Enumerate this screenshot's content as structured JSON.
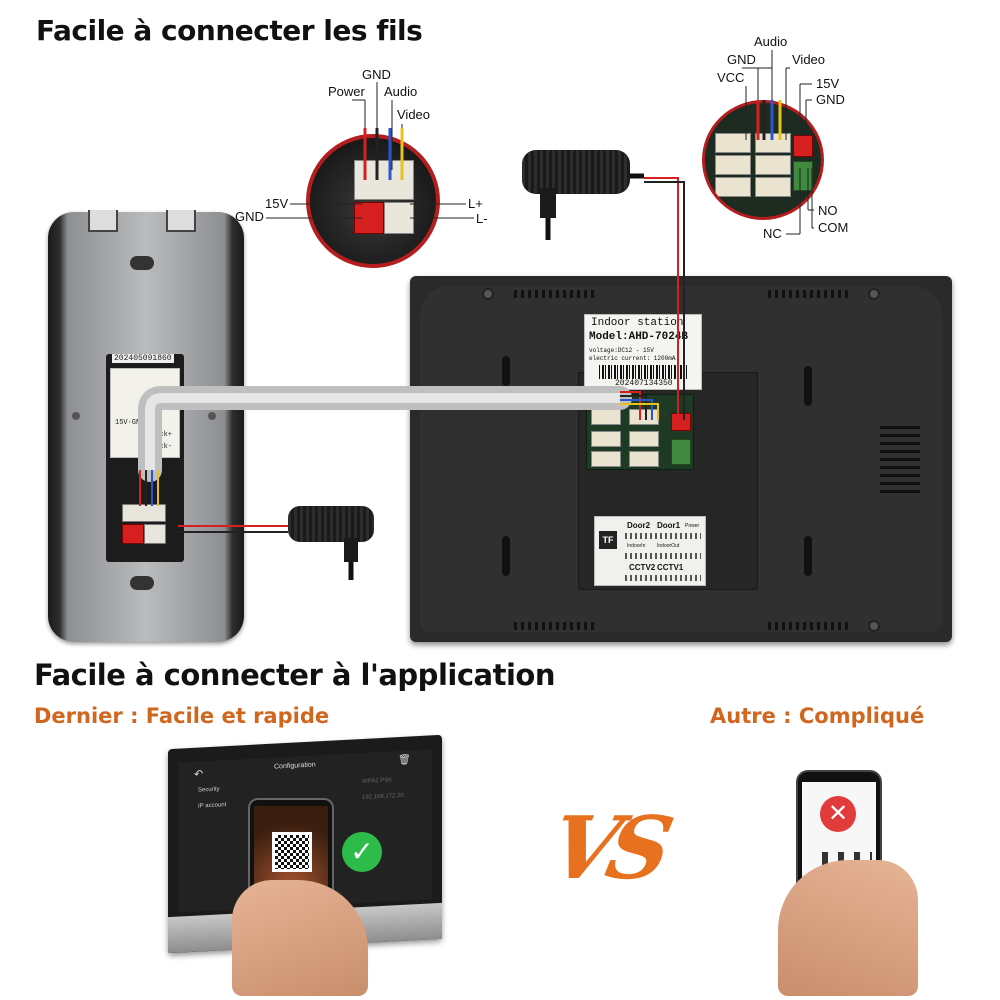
{
  "headings": {
    "wires": "Facile à connecter les fils",
    "app": "Facile à connecter à l'application"
  },
  "comparison": {
    "left": "Dernier : Facile et rapide",
    "right": "Autre : Compliqué",
    "vs": "VS"
  },
  "doorbell": {
    "serial": "202405091860",
    "label_lines": [
      "15V·GND",
      "Lock+",
      "Lock-"
    ]
  },
  "camera_callout": {
    "top_labels": [
      "GND",
      "Power",
      "Audio",
      "Video"
    ],
    "left_labels": [
      "15V",
      "GND"
    ],
    "right_labels": [
      "L+",
      "L-"
    ]
  },
  "monitor": {
    "sticker_title": "Indoor station",
    "sticker_model": "Model:AHD-7024B",
    "sticker_line1": "voltage:DC12 - 15V",
    "sticker_line2": "electric current: 1200mA",
    "sticker_serial": "202407134350",
    "port_labels": [
      "Door2",
      "Door1",
      "Power"
    ],
    "port_labels2": [
      "IndoorIn",
      "IndoorOut"
    ],
    "port_labels3": [
      "CCTV2",
      "CCTV1"
    ],
    "tf_label": "TF"
  },
  "monitor_callout": {
    "top_labels": [
      "Audio",
      "GND",
      "Video",
      "VCC"
    ],
    "right_labels": [
      "15V",
      "GND"
    ],
    "bottom_labels": [
      "NO",
      "NC",
      "COM"
    ]
  },
  "tablet": {
    "title": "Configuration",
    "rows": [
      {
        "label": "Security",
        "value": "WPA2 PSK"
      },
      {
        "label": "IP account",
        "value": "192.168.172.20"
      }
    ]
  },
  "colors": {
    "accent": "#d1661e",
    "check": "#2dbb4a",
    "error": "#e23b3b",
    "wire_red": "#d62020",
    "wire_yellow": "#e8c21b",
    "wire_blue": "#2d56c9"
  }
}
